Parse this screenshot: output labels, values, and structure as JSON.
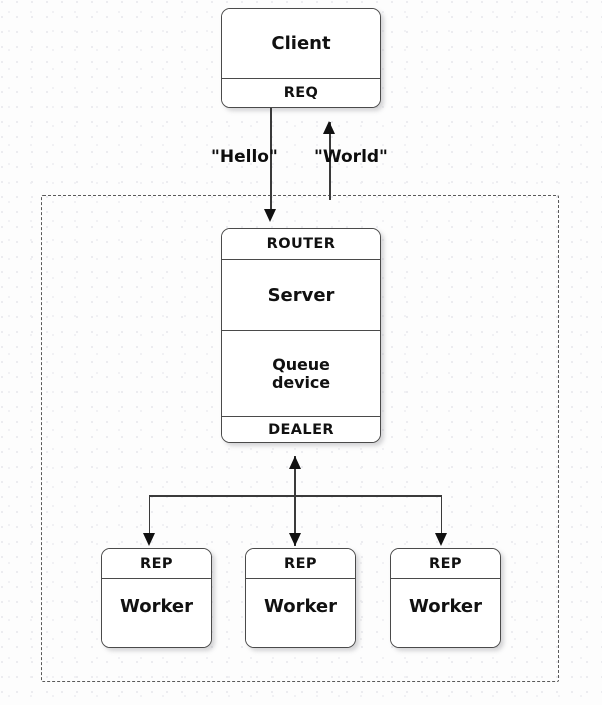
{
  "diagram": {
    "title": "ZeroMQ request-reply broker topology",
    "type": "node-link-diagram",
    "background_color": "#fdfdfd",
    "stroke_color": "#4a4a4a",
    "text_color": "#111111"
  },
  "client": {
    "name": "Client",
    "title_label": "Client",
    "socket_label": "REQ"
  },
  "broker": {
    "name": "Server",
    "top_socket_label": "ROUTER",
    "title_label": "Server",
    "device_label": "Queue\ndevice",
    "bottom_socket_label": "DEALER"
  },
  "workers": [
    {
      "socket_label": "REP",
      "title_label": "Worker"
    },
    {
      "socket_label": "REP",
      "title_label": "Worker"
    },
    {
      "socket_label": "REP",
      "title_label": "Worker"
    }
  ],
  "flows": {
    "request_label": "\"Hello\"",
    "reply_label": "\"World\""
  }
}
